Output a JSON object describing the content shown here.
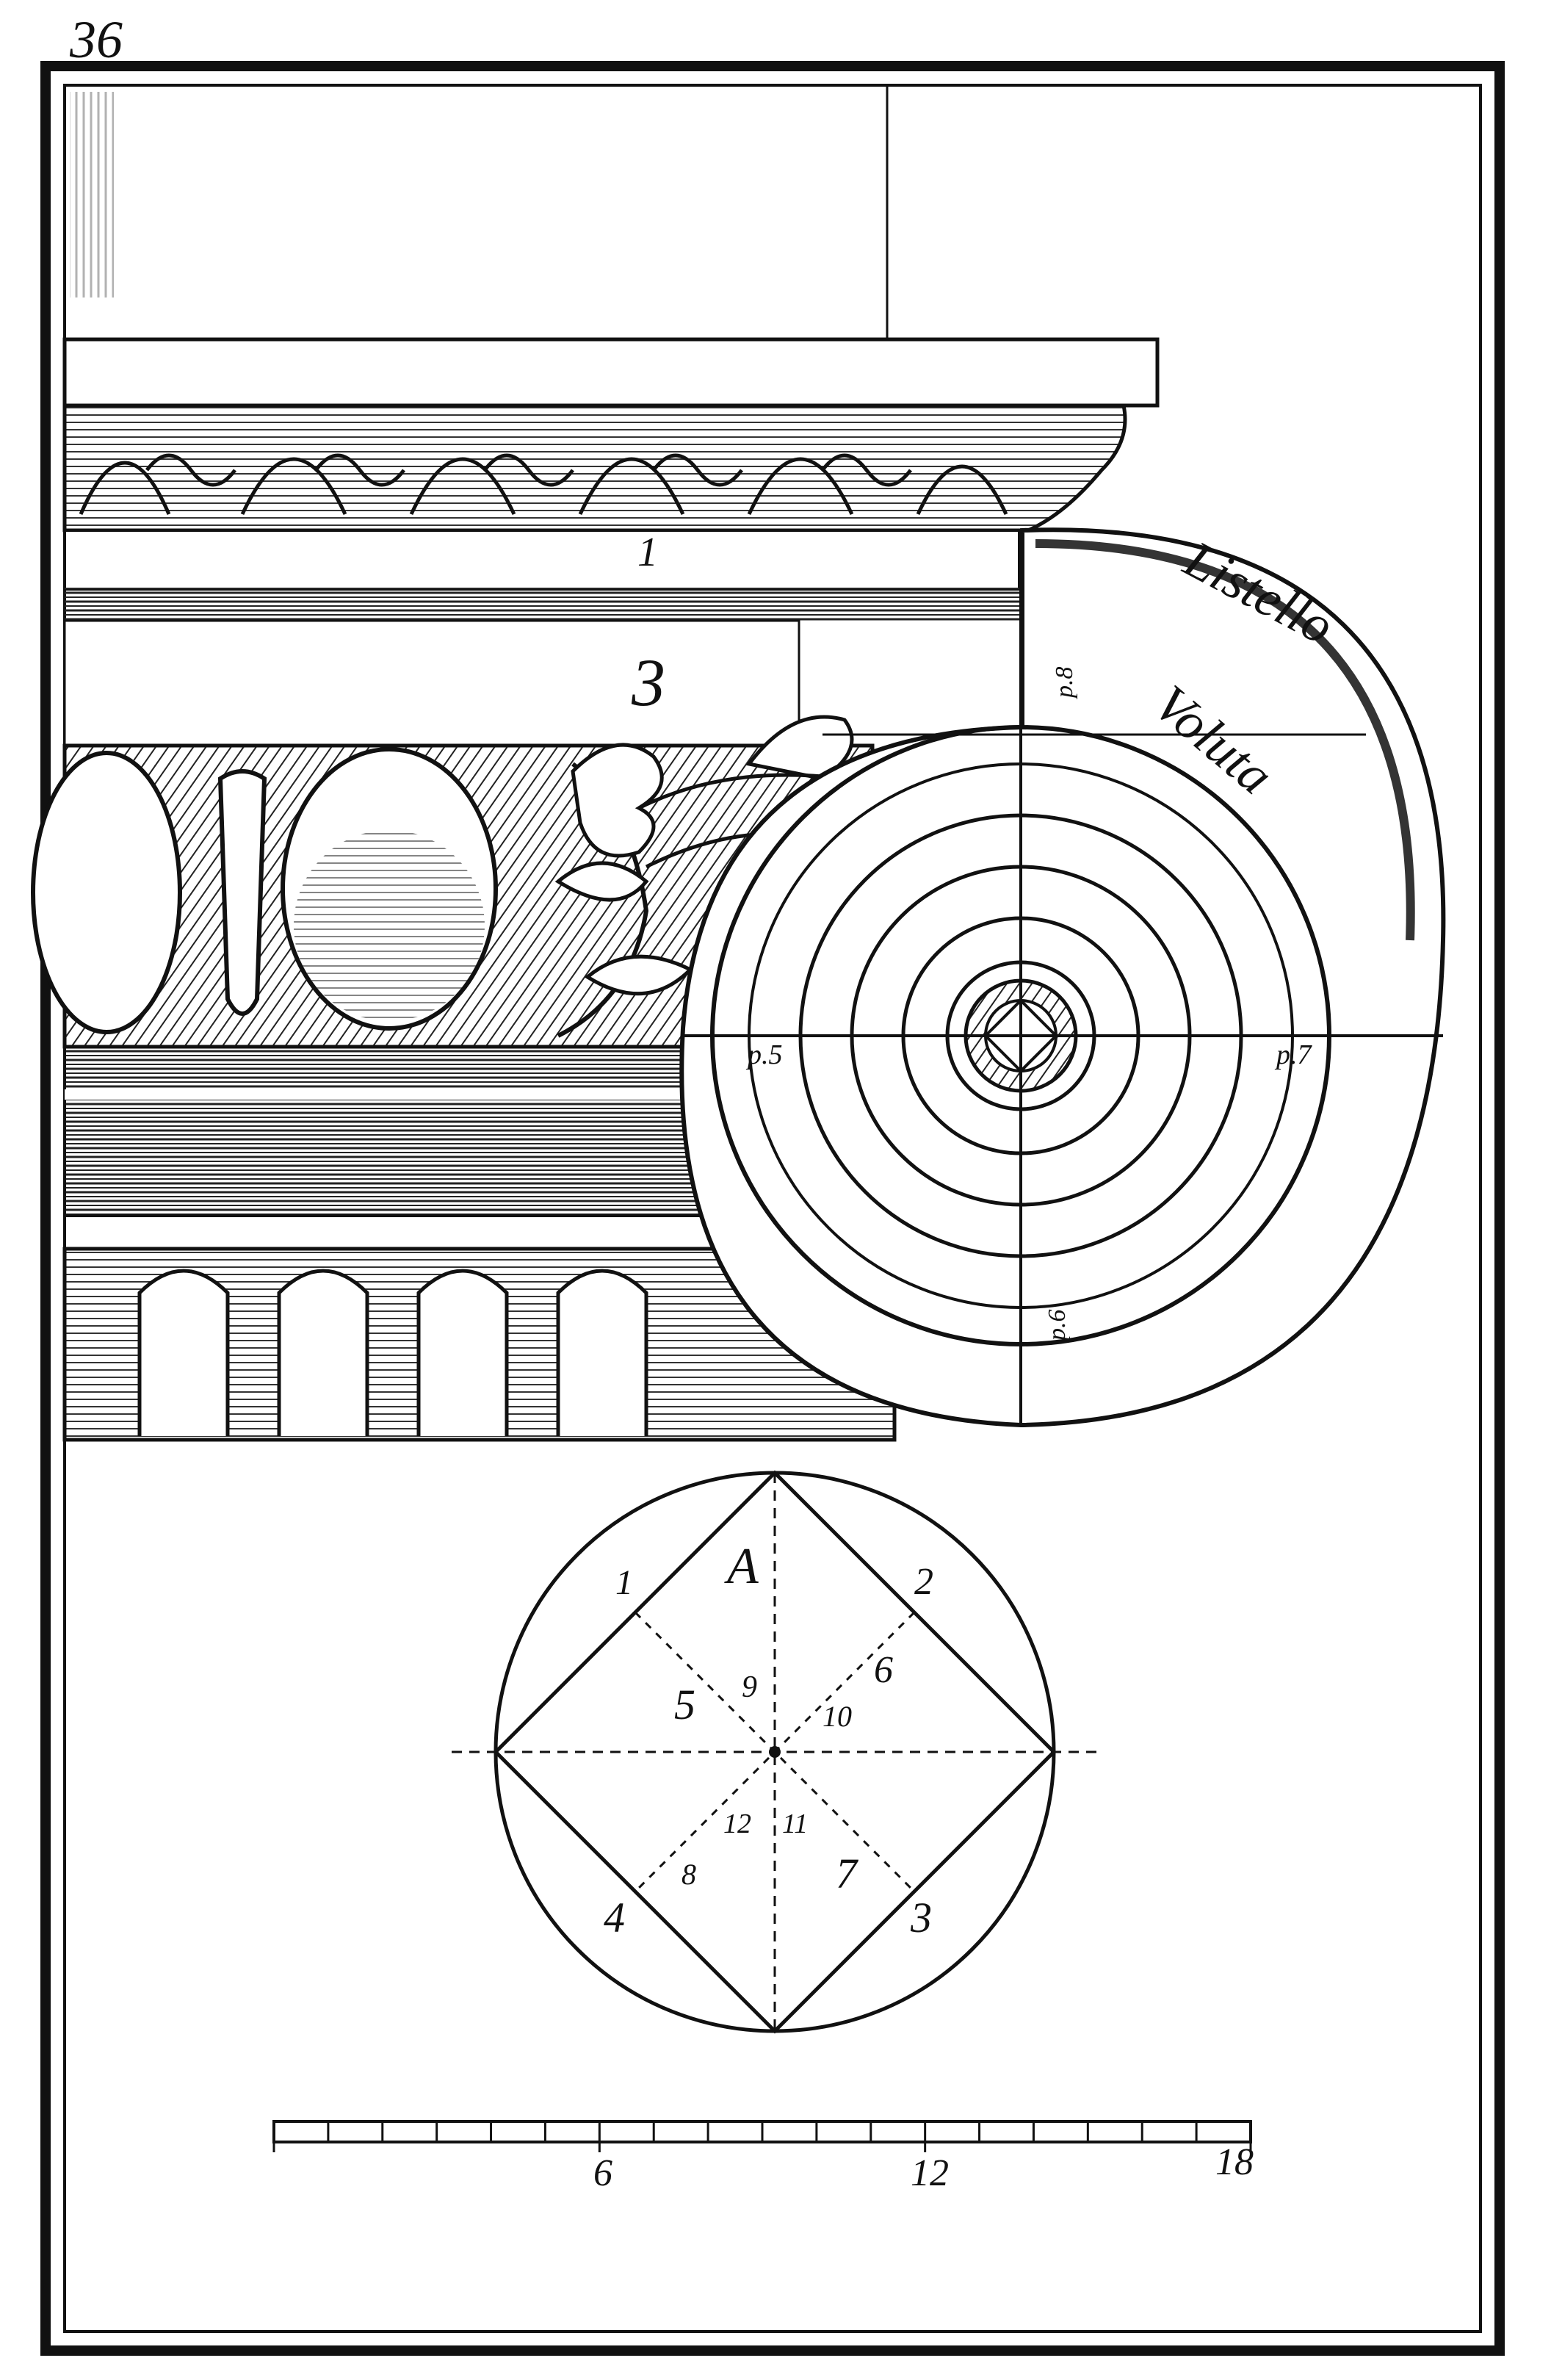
{
  "plate": {
    "page_number": "36"
  },
  "capital": {
    "molding_numbers": [
      "1",
      "3"
    ],
    "labels": {
      "listello": "Listello",
      "voluta": "Voluta"
    },
    "points": {
      "p5": "p.5",
      "p7": "p.7",
      "p8": "p.8",
      "p6": "p.6"
    }
  },
  "eye_diagram": {
    "letter": "A",
    "numbers": [
      "1",
      "2",
      "3",
      "4",
      "5",
      "6",
      "7",
      "8",
      "9",
      "10",
      "11",
      "12"
    ]
  },
  "scale_bar": {
    "tick_labels": [
      "6",
      "12",
      "18"
    ]
  }
}
